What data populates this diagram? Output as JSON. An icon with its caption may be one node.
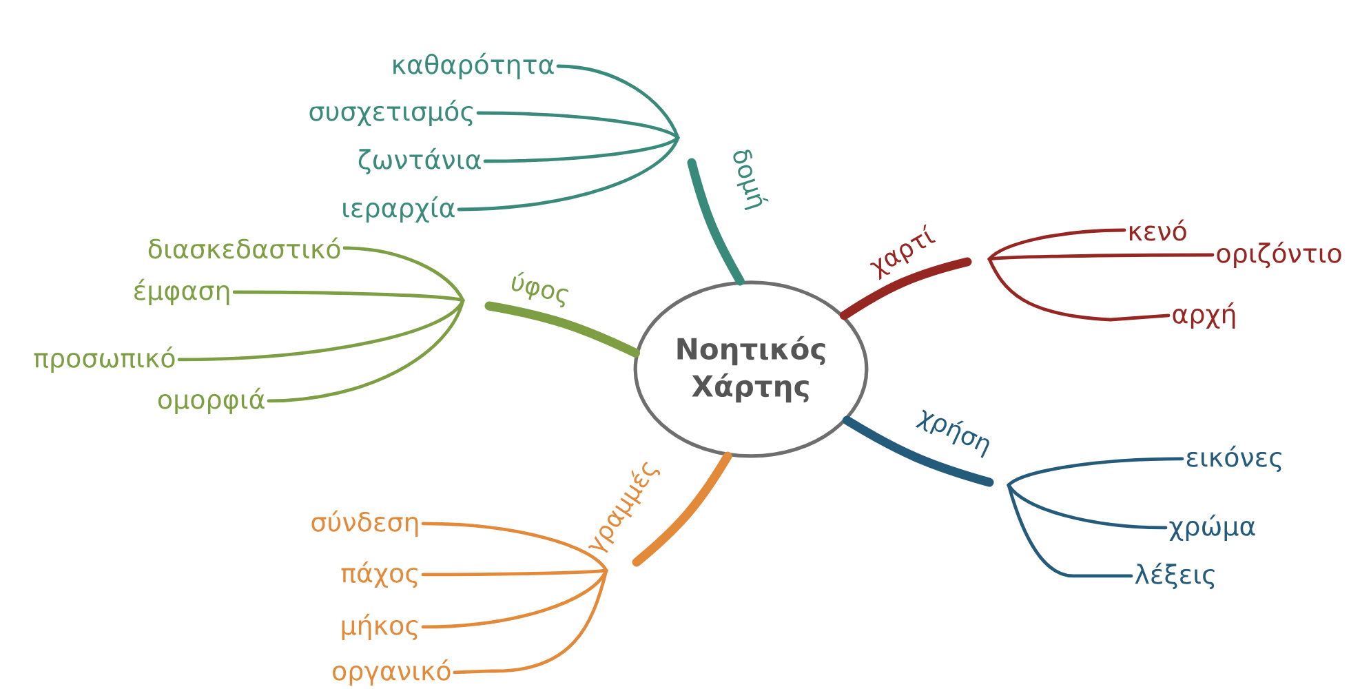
{
  "diagram": {
    "nodes": [
      {
        "text": [
          "Νοητικός Χάρτης"
        ]
      },
      {
        "text": [
          "δομή"
        ]
      },
      {
        "text": [
          "καθαρότητα"
        ]
      },
      {
        "text": [
          "συσχετισμός"
        ]
      },
      {
        "text": [
          "ζωντάνια"
        ]
      },
      {
        "text": [
          "ιεραρχία"
        ]
      },
      {
        "text": [
          "ύφος"
        ]
      },
      {
        "text": [
          "διασκεδαστικό"
        ]
      },
      {
        "text": [
          "έμφαση"
        ]
      },
      {
        "text": [
          "προσωπικό"
        ]
      },
      {
        "text": [
          "ομορφιά"
        ]
      },
      {
        "text": [
          "χαρτί"
        ]
      },
      {
        "text": [
          "κενό"
        ]
      },
      {
        "text": [
          "οριζόντιο"
        ]
      },
      {
        "text": [
          "αρχή"
        ]
      },
      {
        "text": [
          "χρήση"
        ]
      },
      {
        "text": [
          "εικόνες"
        ]
      },
      {
        "text": [
          "χρώμα"
        ]
      },
      {
        "text": [
          "λέξεις"
        ]
      },
      {
        "text": [
          "γραμμές"
        ]
      },
      {
        "text": [
          "σύνδεση"
        ]
      },
      {
        "text": [
          "πάχος"
        ]
      },
      {
        "text": [
          "μήκος"
        ]
      },
      {
        "text": [
          "οργανικό"
        ]
      }
    ],
    "edges": [
      {
        "from": 0,
        "to": 1,
        "arrow": "none",
        "style": "thick",
        "color": "#3a8a7c"
      },
      {
        "from": 1,
        "to": 2,
        "arrow": "none",
        "color": "#3a8a7c"
      },
      {
        "from": 1,
        "to": 3,
        "arrow": "none",
        "color": "#3a8a7c"
      },
      {
        "from": 1,
        "to": 4,
        "arrow": "none",
        "color": "#3a8a7c"
      },
      {
        "from": 1,
        "to": 5,
        "arrow": "none",
        "color": "#3a8a7c"
      },
      {
        "from": 0,
        "to": 6,
        "arrow": "none",
        "style": "thick",
        "color": "#7e9e44"
      },
      {
        "from": 6,
        "to": 7,
        "arrow": "none",
        "color": "#7e9e44"
      },
      {
        "from": 6,
        "to": 8,
        "arrow": "none",
        "color": "#7e9e44"
      },
      {
        "from": 6,
        "to": 9,
        "arrow": "none",
        "color": "#7e9e44"
      },
      {
        "from": 6,
        "to": 10,
        "arrow": "none",
        "color": "#7e9e44"
      },
      {
        "from": 0,
        "to": 11,
        "arrow": "none",
        "style": "thick",
        "color": "#962622"
      },
      {
        "from": 11,
        "to": 12,
        "arrow": "none",
        "color": "#962622"
      },
      {
        "from": 11,
        "to": 13,
        "arrow": "none",
        "color": "#962622"
      },
      {
        "from": 11,
        "to": 14,
        "arrow": "none",
        "color": "#962622"
      },
      {
        "from": 0,
        "to": 15,
        "arrow": "none",
        "style": "thick",
        "color": "#245a7a"
      },
      {
        "from": 15,
        "to": 16,
        "arrow": "none",
        "color": "#245a7a"
      },
      {
        "from": 15,
        "to": 17,
        "arrow": "none",
        "color": "#245a7a"
      },
      {
        "from": 15,
        "to": 18,
        "arrow": "none",
        "color": "#245a7a"
      },
      {
        "from": 0,
        "to": 19,
        "arrow": "none",
        "style": "thick",
        "color": "#e38a3a"
      },
      {
        "from": 19,
        "to": 20,
        "arrow": "none",
        "color": "#e38a3a"
      },
      {
        "from": 19,
        "to": 21,
        "arrow": "none",
        "color": "#e38a3a"
      },
      {
        "from": 19,
        "to": 22,
        "arrow": "none",
        "color": "#e38a3a"
      },
      {
        "from": 19,
        "to": 23,
        "arrow": "none",
        "color": "#e38a3a"
      }
    ]
  }
}
